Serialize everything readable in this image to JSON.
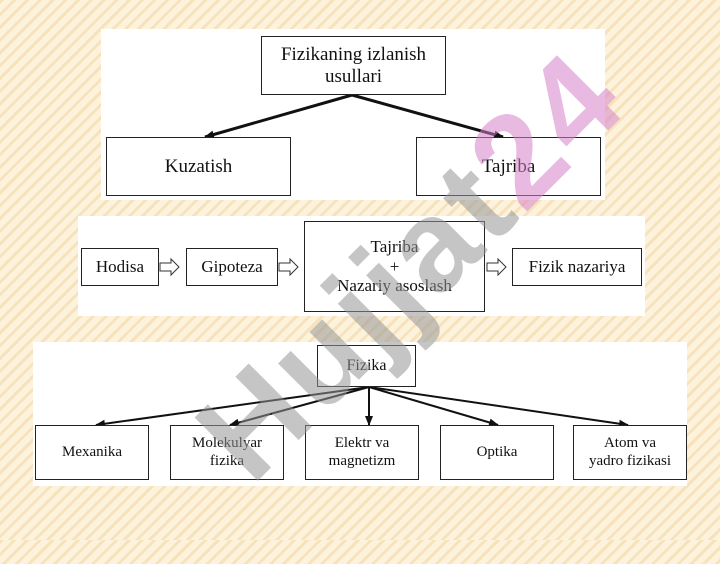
{
  "diagram1": {
    "root": "Fizikaning izlanish\nusullari",
    "left": "Kuzatish",
    "right": "Tajriba"
  },
  "diagram2": {
    "step1": "Hodisa",
    "step2": "Gipoteza",
    "step3": "Tajriba\n+\nNazariy asoslash",
    "step4": "Fizik nazariya"
  },
  "diagram3": {
    "root": "Fizika",
    "branches": [
      "Mexanika",
      "Molekulyar\nfizika",
      "Elektr va\nmagnetizm",
      "Optika",
      "Atom va\nyadro fizikasi"
    ]
  },
  "watermark": {
    "main": "Hujjat",
    "accent": "24"
  },
  "colors": {
    "background": "#fdf3dc",
    "stripe": "#e9c482",
    "watermark_gray": "#969696",
    "watermark_pink": "#d782c8"
  }
}
